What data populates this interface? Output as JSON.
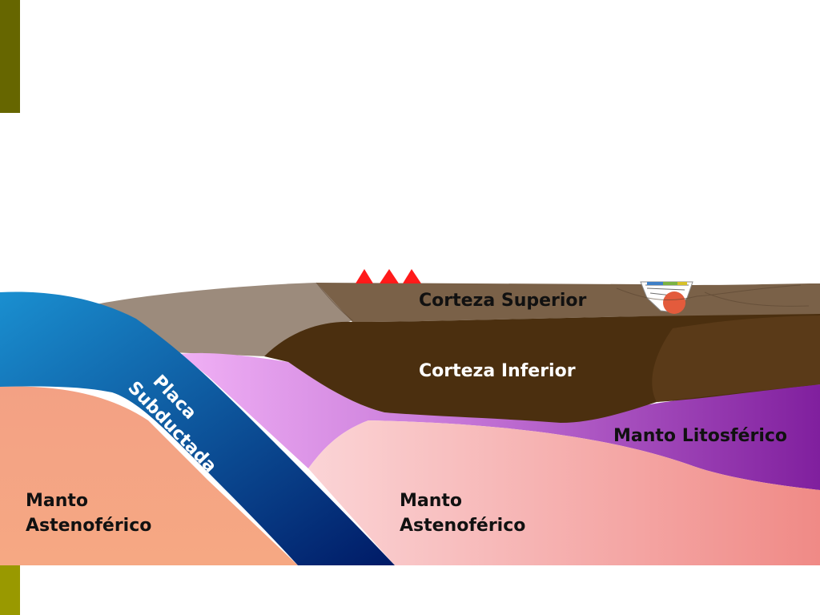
{
  "labels": {
    "corteza_superior": "Corteza Superior",
    "corteza_inferior": "Corteza Inferior",
    "manto_litosferico": "Manto Litosférico",
    "placa_line1": "Placa",
    "placa_line2": "Subductada",
    "manto_left_line1": "Manto",
    "manto_left_line2": "Astenoférico",
    "manto_right_line1": "Manto",
    "manto_right_line2": "Astenoférico"
  },
  "colors": {
    "accent_top": "#666600",
    "accent_bottom": "#999900",
    "upper_crust": "#7a6148",
    "upper_crust_left": "#9c8b7c",
    "lower_crust": "#4b2f0f",
    "lithospheric_mantle": "#8a2aa6",
    "subducted_plate_start": "#1a8fd0",
    "subducted_plate_end": "#001a66",
    "asthenosphere_left": "#f6a483",
    "asthenosphere_right_start": "#fbd4d6",
    "asthenosphere_right_end": "#f08a86",
    "volcano": "#ff1a1a"
  }
}
